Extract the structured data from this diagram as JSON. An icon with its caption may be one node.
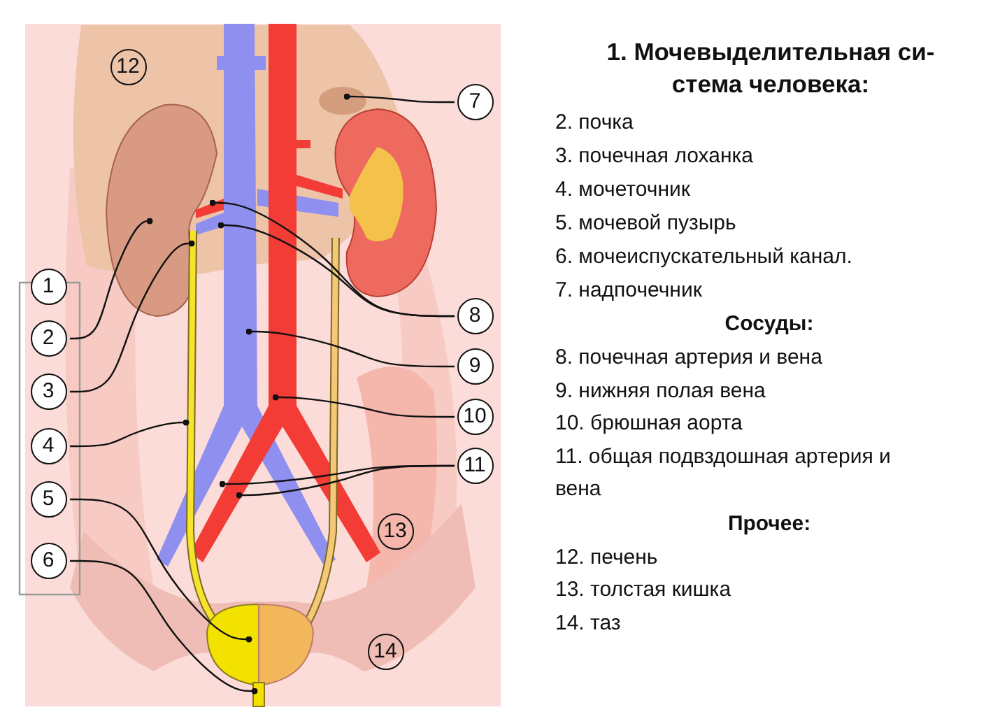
{
  "diagram": {
    "title": "1. Мочевыделительная си-стема человека:",
    "nodes": [
      {
        "text": [
          "1"
        ]
      },
      {
        "text": [
          "2"
        ]
      },
      {
        "text": [
          "3"
        ]
      },
      {
        "text": [
          "4"
        ]
      },
      {
        "text": [
          "5"
        ]
      },
      {
        "text": [
          "6"
        ]
      },
      {
        "text": [
          "7"
        ]
      },
      {
        "text": [
          "8"
        ]
      },
      {
        "text": [
          "9"
        ]
      },
      {
        "text": [
          "10"
        ]
      },
      {
        "text": [
          "11"
        ]
      },
      {
        "text": [
          "12"
        ]
      },
      {
        "text": [
          "13"
        ]
      },
      {
        "text": [
          "14"
        ]
      }
    ],
    "edges": [
      {
        "from": 1,
        "to": null,
        "arrow": "other"
      },
      {
        "from": 2,
        "to": null,
        "arrow": "other"
      },
      {
        "from": 3,
        "to": null,
        "arrow": "other"
      },
      {
        "from": 4,
        "to": null,
        "arrow": "other"
      },
      {
        "from": 5,
        "to": null,
        "arrow": "other"
      },
      {
        "from": 6,
        "to": null,
        "arrow": "other"
      },
      {
        "from": 7,
        "to": null,
        "arrow": "other"
      },
      {
        "from": 7,
        "to": null,
        "arrow": "other"
      },
      {
        "from": 8,
        "to": null,
        "arrow": "other"
      },
      {
        "from": 9,
        "to": null,
        "arrow": "other"
      },
      {
        "from": 10,
        "to": null,
        "arrow": "other"
      },
      {
        "from": 10,
        "to": null,
        "arrow": "other"
      }
    ],
    "labels": [
      "2. почка",
      "3. почечная лоханка",
      "4. мочеточник",
      "5. мочевой пузырь",
      "6. мочеиспускательный канал.",
      "7. надпочечник",
      "Сосуды:",
      "8. почечная артерия и вена",
      "9. нижняя полая вена",
      "10. брюшная аорта",
      "11. общая подвздошная артерия и вена",
      "Прочее:",
      "12. печень",
      "13. толстая кишка",
      "14. таз"
    ]
  }
}
